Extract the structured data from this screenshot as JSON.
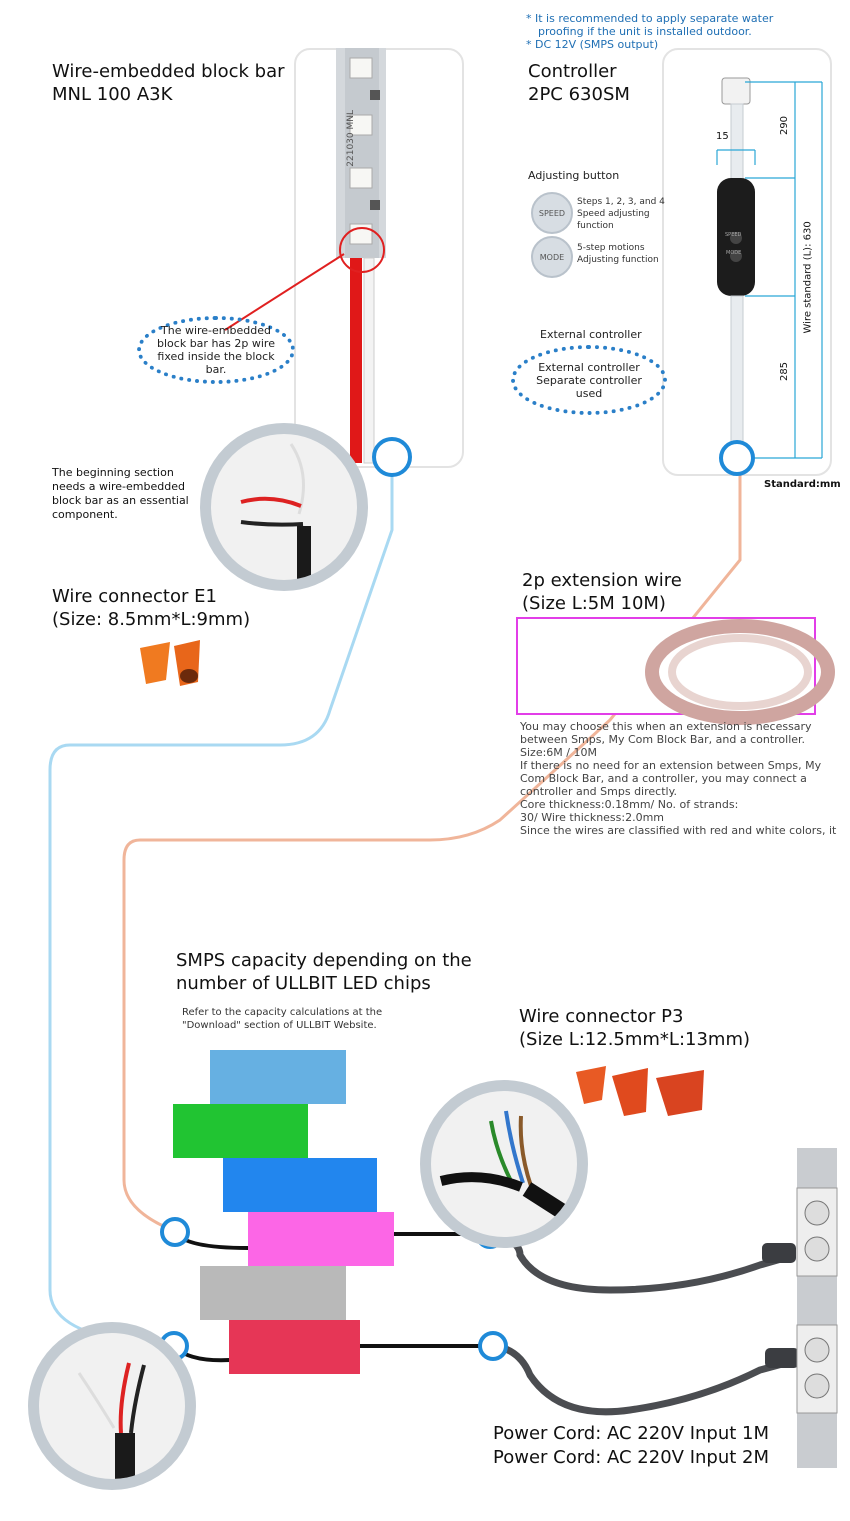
{
  "top_notes": {
    "line1": "* It is recommended to apply separate water",
    "line2": "proofing if the unit is installed outdoor.",
    "line3": "* DC 12V (SMPS output)"
  },
  "block_bar": {
    "title": "Wire-embedded block bar\nMNL 100 A3K",
    "oval_text": "The wire-embedded block bar has 2p wire fixed inside the block bar.",
    "beginning_note": "The beginning section needs a wire-embedded block bar as an essential component.",
    "strip_print": "221030 MNL"
  },
  "controller": {
    "title": "Controller\n2PC 630SM",
    "adjusting_title": "Adjusting button",
    "speed_badge": "SPEED",
    "speed_desc": "Steps 1, 2, 3, and 4 Speed adjusting function",
    "mode_badge": "MODE",
    "mode_desc": "5-step motions Adjusting function",
    "external_title": "External controller",
    "external_oval": "External controller Separate controller used",
    "dim_top": "290",
    "dim_width": "15",
    "dim_bottom": "285",
    "dim_total": "Wire standard (L): 630",
    "unit_note": "Standard:mm",
    "body_label_1": "SPEED",
    "body_label_2": "MODE"
  },
  "e1": {
    "title": "Wire connector E1\n(Size: 8.5mm*L:9mm)"
  },
  "extension": {
    "title": "2p extension wire\n(Size L:5M 10M)",
    "desc": "You may choose this when an extension is necessary between Smps, My Com Block Bar, and a controller.\nSize:6M / 10M\nIf there is no need for an extension between Smps, My Com Block Bar, and a controller, you may connect a controller and Smps directly.\nCore thickness:0.18mm/ No. of strands:\n30/ Wire thickness:2.0mm\nSince the wires are classified with red and white colors, it"
  },
  "smps": {
    "title": "SMPS capacity depending on the\nnumber of ULLBIT LED chips",
    "note": "Refer to the capacity calculations at the \"Download\" section of ULLBIT Website.",
    "colors": {
      "light_blue": "#66b0e2",
      "green": "#21c432",
      "blue": "#2286ee",
      "pink": "#fc66e6",
      "gray": "#b9b9b9",
      "red": "#e63656"
    }
  },
  "p3": {
    "title": "Wire connector P3\n(Size L:12.5mm*L:13mm)"
  },
  "power": {
    "line1": "Power Cord: AC 220V Input 1M",
    "line2": "Power Cord: AC 220V Input 2M"
  },
  "colors": {
    "connector_blue": "#1f8ad8",
    "wire_light_blue": "#a9d9f2",
    "wire_salmon": "#f0b59a",
    "magenta_frame": "#e23ee8",
    "red_callout": "#e02020",
    "connector_orange": "#f07a20"
  }
}
